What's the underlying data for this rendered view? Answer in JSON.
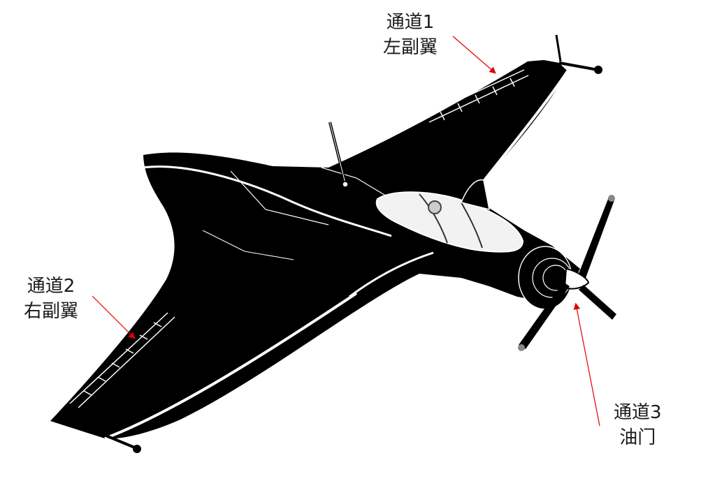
{
  "labels": {
    "channel1": {
      "line1": "通道1",
      "line2": "左副翼"
    },
    "channel2": {
      "line1": "通道2",
      "line2": "右副翼"
    },
    "channel3": {
      "line1": "通道3",
      "line2": "油门"
    }
  },
  "colors": {
    "aircraft": "#000000",
    "highlight": "#ffffff",
    "pointer": "#e00000",
    "text": "#1a1a1a",
    "background": "#ffffff"
  }
}
